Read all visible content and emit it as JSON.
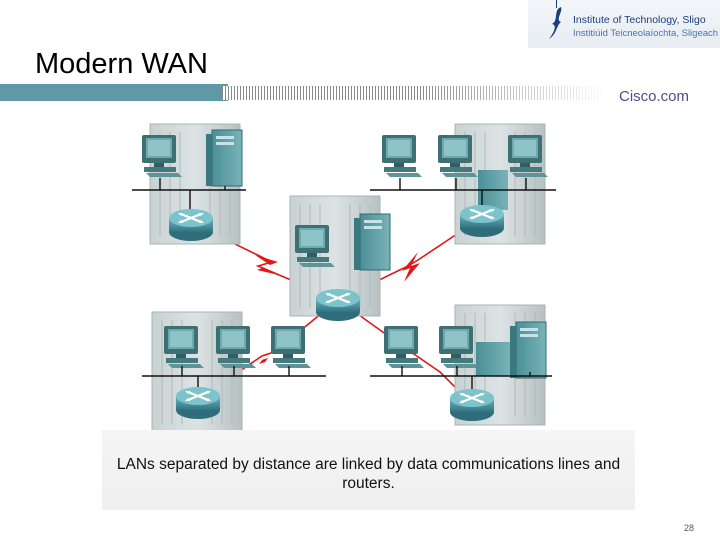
{
  "slide": {
    "title": "Modern WAN",
    "institute_line1": "Institute of Technology, Sligo",
    "institute_line2": "Institiúid Teicneolaíochta, Sligeach",
    "brand": "Cisco.com",
    "caption": "LANs separated by distance are linked by data communications lines and routers.",
    "page_number": "28"
  },
  "colors": {
    "band": "#5f99a8",
    "wan_link": "#e0171b",
    "lan_link": "#e0171b",
    "router": "#3f8c9a",
    "equipment": "#6da8ae"
  },
  "diagram": {
    "sites": [
      "top-left",
      "top-right",
      "center",
      "bottom-left",
      "bottom-right"
    ],
    "icons": [
      "workstation-icon",
      "server-icon",
      "router-icon",
      "lightning-link-icon"
    ]
  }
}
